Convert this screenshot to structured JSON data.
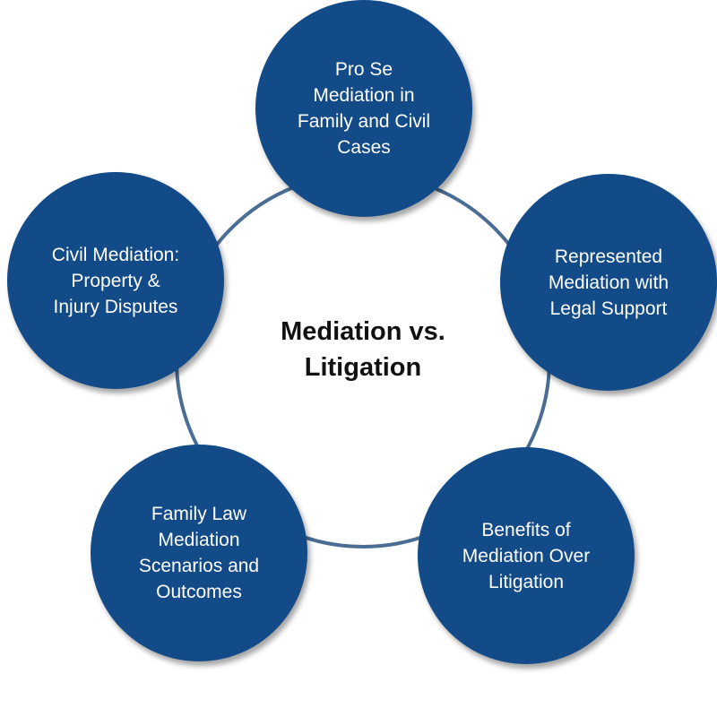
{
  "diagram": {
    "center": "Mediation vs.\nLitigation",
    "nodes": [
      {
        "label": "Pro Se\nMediation in\nFamily and Civil\nCases"
      },
      {
        "label": "Represented\nMediation with\nLegal Support"
      },
      {
        "label": "Benefits of\nMediation Over\nLitigation"
      },
      {
        "label": "Family Law\nMediation\nScenarios and\nOutcomes"
      },
      {
        "label": "Civil Mediation:\nProperty &\nInjury Disputes"
      }
    ],
    "colors": {
      "node_fill": "#124b87",
      "ring_stroke": "#4a6d93",
      "node_text": "#ffffff",
      "center_text": "#111111"
    }
  }
}
